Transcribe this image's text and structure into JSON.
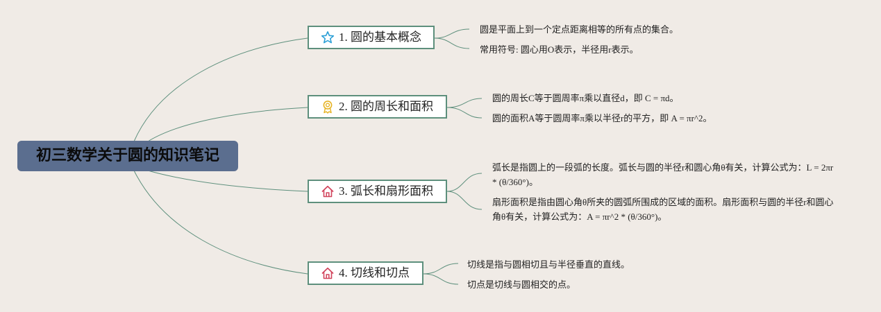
{
  "root": {
    "title": "初三数学关于圆的知识笔记"
  },
  "branches": [
    {
      "label": "1. 圆的基本概念",
      "icon": "star-icon",
      "leaves": [
        "圆是平面上到一个定点距离相等的所有点的集合。",
        "常用符号: 圆心用O表示，半径用r表示。"
      ]
    },
    {
      "label": "2. 圆的周长和面积",
      "icon": "award-ribbon-icon",
      "leaves": [
        "圆的周长C等于圆周率π乘以直径d，即 C = πd。",
        "圆的面积A等于圆周率π乘以半径r的平方，即 A = πr^2。"
      ]
    },
    {
      "label": "3. 弧长和扇形面积",
      "icon": "house-icon",
      "leaves": [
        "弧长是指圆上的一段弧的长度。弧长与圆的半径r和圆心角θ有关，计算公式为：L = 2πr * (θ/360°)。",
        "扇形面积是指由圆心角θ所夹的圆弧所围成的区域的面积。扇形面积与圆的半径r和圆心角θ有关，计算公式为：A = πr^2 * (θ/360°)。"
      ]
    },
    {
      "label": "4. 切线和切点",
      "icon": "house-icon",
      "leaves": [
        "切线是指与圆相切且与半径垂直的直线。",
        "切点是切线与圆相交的点。"
      ]
    }
  ],
  "colors": {
    "background": "#f0ebe6",
    "root_fill": "#5b6e8f",
    "connector": "#5d8f7c",
    "star": "#2a9fd6",
    "award": "#e6b325",
    "house": "#d1435b"
  }
}
